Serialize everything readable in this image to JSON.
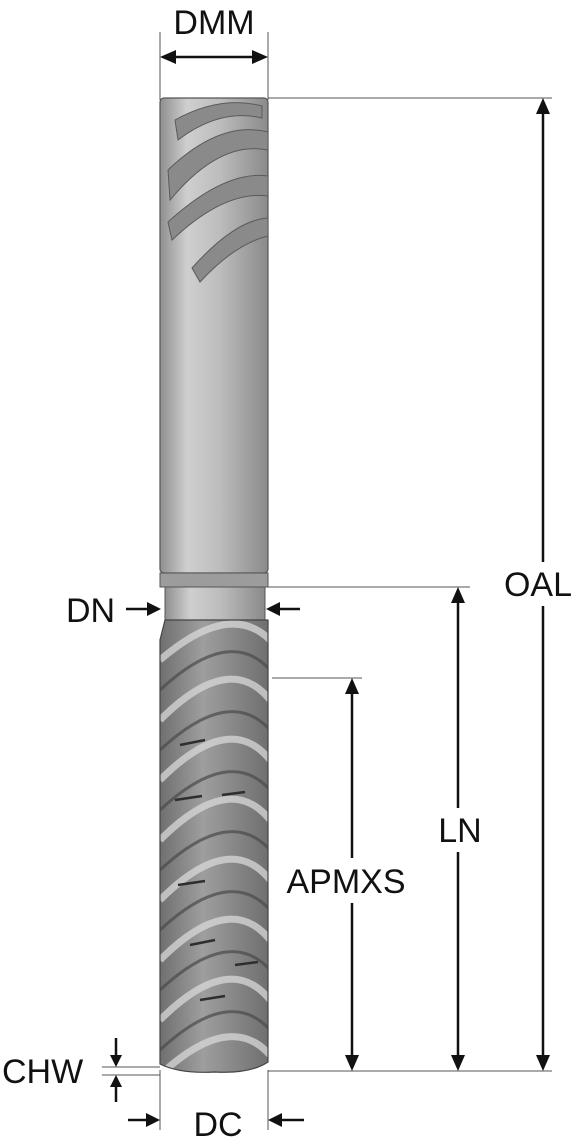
{
  "diagram": {
    "labels": {
      "dmm": "DMM",
      "dn": "DN",
      "oal": "OAL",
      "ln": "LN",
      "apmxs": "APMXS",
      "chw": "CHW",
      "dc": "DC"
    },
    "colors": {
      "line": "#111111",
      "tool_light": "#c8c8c8",
      "tool_mid": "#a3a3a3",
      "tool_dark": "#6e6e6e",
      "flute_dark": "#5a5a5a"
    }
  }
}
